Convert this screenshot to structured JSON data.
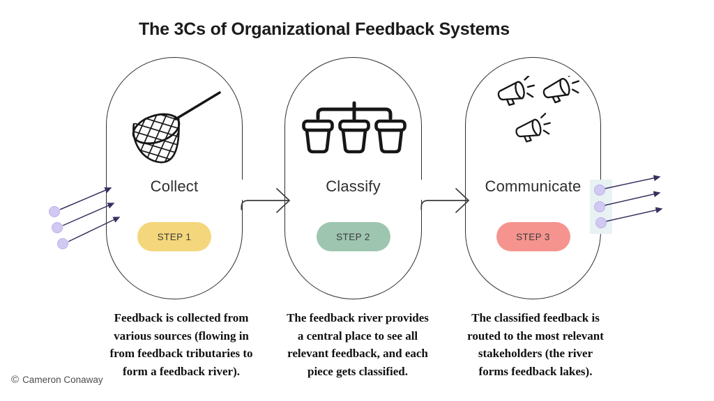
{
  "title": "The 3Cs of Organizational Feedback Systems",
  "steps": [
    {
      "label": "Collect",
      "badge": "STEP 1",
      "badge_color": "#f4d77c",
      "icon": "net-icon",
      "description_lines": [
        "Feedback is collected from",
        "various sources (flowing in",
        "from feedback tributaries to",
        "form a feedback river)."
      ]
    },
    {
      "label": "Classify",
      "badge": "STEP 2",
      "badge_color": "#9ec5b0",
      "icon": "buckets-hierarchy-icon",
      "description_lines": [
        "The feedback river provides",
        "a central place to see all",
        "relevant feedback, and each",
        "piece gets classified."
      ]
    },
    {
      "label": "Communicate",
      "badge": "STEP 3",
      "badge_color": "#f5948e",
      "icon": "megaphones-icon",
      "description_lines": [
        "The classified feedback is",
        "routed to the most relevant",
        "stakeholders (the river",
        "forms feedback lakes)."
      ]
    }
  ],
  "watermark": {
    "symbol": "©",
    "text": "Cameron Conaway"
  },
  "colors": {
    "capsule_border": "#2d2d2d",
    "arrow_navy": "#35315f",
    "node_lavender": "#d2c9f3",
    "connector_gray": "#3c3c3c",
    "output_panel": "#e9f2f3",
    "icon_ink": "#161616"
  }
}
